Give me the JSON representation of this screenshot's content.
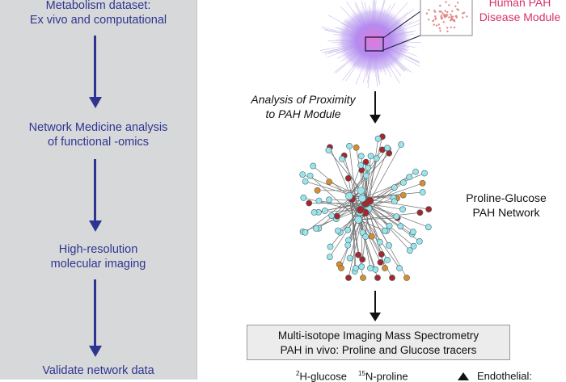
{
  "sidebar": {
    "steps": [
      {
        "label": "Metabolism dataset:\nEx vivo and computational"
      },
      {
        "label": "Network Medicine analysis\nof functional -omics"
      },
      {
        "label": "High-resolution\nmolecular imaging"
      },
      {
        "label": "Validate network data"
      }
    ]
  },
  "top": {
    "module_label": "Human PAH\nDisease Module"
  },
  "analysis_label": "Analysis of Proximity\nto PAH Module",
  "network_label": "Proline-Glucose\nPAH Network",
  "ms_box": {
    "line1": "Multi-isotope Imaging Mass Spectrometry",
    "line2": "PAH in vivo: Proline and Glucose tracers"
  },
  "tracers": {
    "glucose_sup": "2",
    "glucose": "H-glucose",
    "proline_sup": "15",
    "proline": "N-proline",
    "endothelial": "Endothelial:"
  },
  "colors": {
    "arrow_blue": "#2e3590",
    "pink": "#d6336c",
    "node_cyan": "#9fe3ea",
    "node_red": "#a8262a",
    "node_orange": "#e08a2a"
  }
}
